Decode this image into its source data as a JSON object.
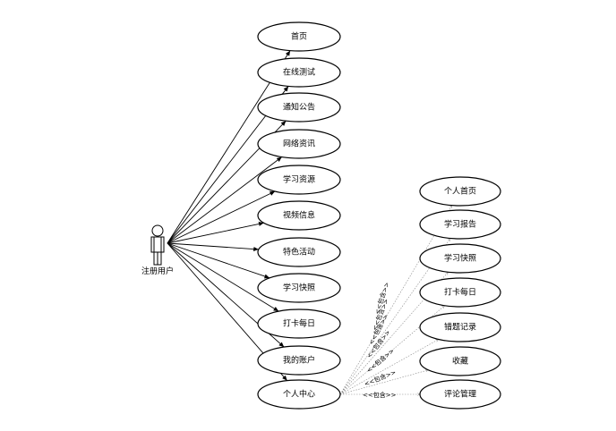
{
  "actor": {
    "label": "注册用户"
  },
  "main_use_cases": [
    "首页",
    "在线测试",
    "通知公告",
    "网络资讯",
    "学习资源",
    "视频信息",
    "特色活动",
    "学习快照",
    "打卡每日",
    "我的账户",
    "个人中心"
  ],
  "sub_use_cases": [
    "个人首页",
    "学习报告",
    "学习快照",
    "打卡每日",
    "错题记录",
    "收藏",
    "评论管理"
  ],
  "include_label": "<<包含>>"
}
